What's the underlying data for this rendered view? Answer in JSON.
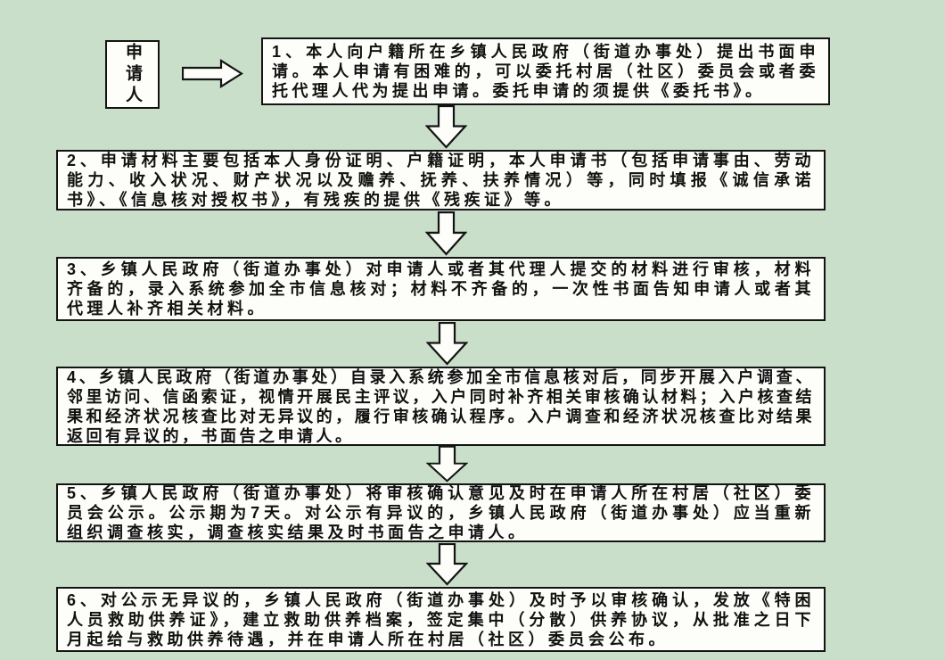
{
  "colors": {
    "background": "#c9dfca",
    "box_fill": "#fdfdf9",
    "box_border": "#141414",
    "text_color": "#111111"
  },
  "applicant": {
    "label": "申请人"
  },
  "steps": [
    {
      "text": "1、本人向户籍所在乡镇人民政府（街道办事处）提出书面申请。本人申请有困难的，可以委托村居（社区）委员会或者委托代理人代为提出申请。委托申请的须提供《委托书》。"
    },
    {
      "text": "2、申请材料主要包括本人身份证明、户籍证明，本人申请书（包括申请事由、劳动能力、收入状况、财产状况以及赡养、抚养、扶养情况）等，同时填报《诚信承诺书》、《信息核对授权书》，有残疾的提供《残疾证》等。"
    },
    {
      "text": "3、乡镇人民政府（街道办事处）对申请人或者其代理人提交的材料进行审核，材料齐备的，录入系统参加全市信息核对；材料不齐备的，一次性书面告知申请人或者其代理人补齐相关材料。"
    },
    {
      "text": "4、乡镇人民政府（街道办事处）自录入系统参加全市信息核对后，同步开展入户调查、邻里访问、信函索证，视情开展民主评议，入户同时补齐相关审核确认材料；入户核查结果和经济状况核查比对无异议的，履行审核确认程序。入户调查和经济状况核查比对结果返回有异议的，书面告之申请人。"
    },
    {
      "text": "5、乡镇人民政府（街道办事处）将审核确认意见及时在申请人所在村居（社区）委员会公示。公示期为7天。对公示有异议的，乡镇人民政府（街道办事处）应当重新组织调查核实，调查核实结果及时书面告之申请人。"
    },
    {
      "text": "6、对公示无异议的，乡镇人民政府（街道办事处）及时予以审核确认，发放《特困人员救助供养证》，建立救助供养档案，签定集中（分散）供养协议，从批准之日下月起给与救助供养待遇，并在申请人所在村居（社区）委员会公布。"
    }
  ]
}
